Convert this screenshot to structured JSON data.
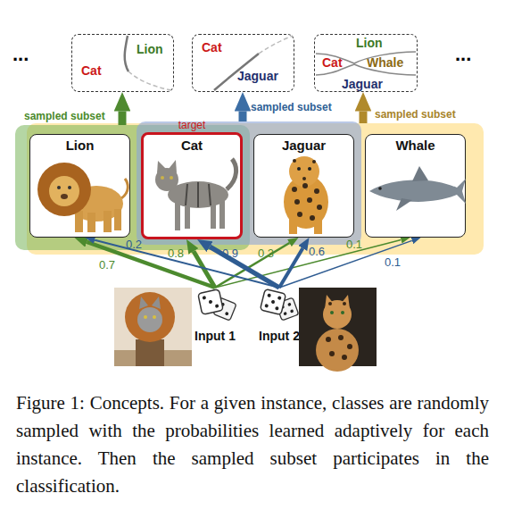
{
  "diagram": {
    "caption": "Figure 1: Concepts. For a given instance, classes are randomly sampled with the probabilities learned adaptively for each instance. Then the sampled subset participates in the classification.",
    "nodes": [
      {
        "text": [
          "Lion",
          "Cat"
        ]
      },
      {
        "text": [
          "Cat",
          "Jaguar"
        ]
      },
      {
        "text": [
          "Lion",
          "Cat",
          "Whale",
          "Jaguar"
        ]
      },
      {
        "text": [
          "sampled subset"
        ]
      },
      {
        "text": [
          "sampled subset"
        ]
      },
      {
        "text": [
          "sampled subset"
        ]
      },
      {
        "text": [
          "Lion"
        ]
      },
      {
        "text": [
          "target",
          "Cat"
        ]
      },
      {
        "text": [
          "Jaguar"
        ]
      },
      {
        "text": [
          "Whale"
        ]
      },
      {
        "text": [
          "Input 1"
        ]
      },
      {
        "text": [
          "Input 2"
        ]
      }
    ],
    "edges": [
      {
        "from": 3,
        "to": 0,
        "arrow": "to"
      },
      {
        "from": 4,
        "to": 1,
        "arrow": "to"
      },
      {
        "from": 5,
        "to": 2,
        "arrow": "to"
      },
      {
        "from": 10,
        "to": 6,
        "label": "0.7",
        "arrow": "to"
      },
      {
        "from": 10,
        "to": 7,
        "label": "0.8",
        "arrow": "to"
      },
      {
        "from": 10,
        "to": 8,
        "label": "0.3",
        "arrow": "to"
      },
      {
        "from": 10,
        "to": 9,
        "label": "0.1",
        "arrow": "to"
      },
      {
        "from": 11,
        "to": 6,
        "label": "0.2",
        "arrow": "to"
      },
      {
        "from": 11,
        "to": 7,
        "label": "0.9",
        "arrow": "to"
      },
      {
        "from": 11,
        "to": 8,
        "label": "0.6",
        "arrow": "to"
      },
      {
        "from": 11,
        "to": 9,
        "label": "0.1",
        "arrow": "to"
      }
    ],
    "labels": [
      "...",
      "..."
    ]
  }
}
